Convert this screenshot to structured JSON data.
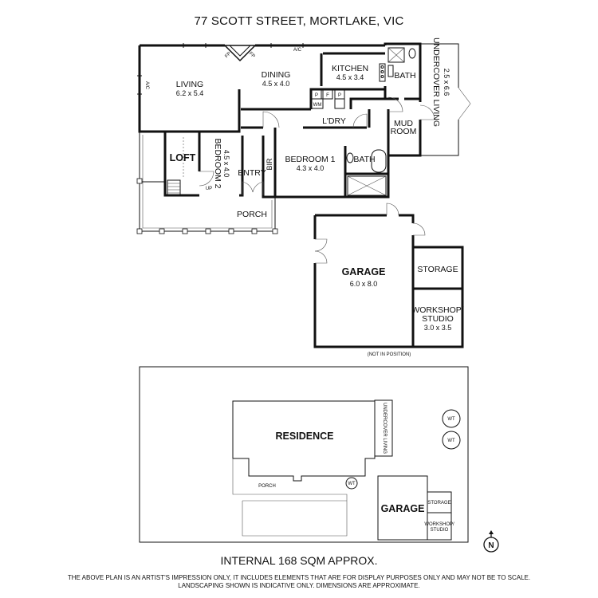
{
  "title": "77 SCOTT STREET, MORTLAKE, VIC",
  "floor_plan": {
    "rooms": {
      "living": {
        "name": "LIVING",
        "dims": "6.2 x 5.4"
      },
      "dining": {
        "name": "DINING",
        "dims": "4.5 x 4.0"
      },
      "kitchen": {
        "name": "KITCHEN",
        "dims": "4.5 x 3.4"
      },
      "bath_top": {
        "name": "BATH"
      },
      "undercover_living": {
        "name": "UNDERCOVER LIVING",
        "dims": "2.5 x 6.6"
      },
      "laundry": {
        "name": "L'DRY"
      },
      "mud_room": {
        "name": "MUD ROOM"
      },
      "bedroom1": {
        "name": "BEDROOM 1",
        "dims": "4.3 x 4.0"
      },
      "bath_mid": {
        "name": "BATH"
      },
      "loft": {
        "name": "LOFT"
      },
      "bedroom2": {
        "name": "BEDROOM 2",
        "dims": "4.5 x 4.0"
      },
      "entry": {
        "name": "ENTRY"
      },
      "bir": {
        "name": "BIR"
      },
      "porch": {
        "name": "PORCH"
      }
    },
    "small_labels": {
      "ac_left": "A/C",
      "ac_top": "A/C",
      "fp_left": "FP",
      "fp_right": "FP",
      "pantry_1": "P",
      "pantry_2": "P",
      "fridge": "F",
      "wm": "WM",
      "up": "UP"
    },
    "outbuilding": {
      "garage": {
        "name": "GARAGE",
        "dims": "6.0 x 8.0"
      },
      "storage": {
        "name": "STORAGE"
      },
      "workshop": {
        "name": "WORKSHOP/ STUDIO",
        "line1": "WORKSHOP/",
        "line2": "STUDIO",
        "dims": "3.0 x 3.5"
      },
      "note": "(NOT IN POSITION)"
    }
  },
  "site_plan": {
    "residence": "RESIDENCE",
    "undercover_living": "UNDERCOVER LIVING",
    "porch": "PORCH",
    "garage": "GARAGE",
    "storage": "STORAGE",
    "workshop_line1": "WORKSHOP/",
    "workshop_line2": "STUDIO",
    "water_tank_1": "WT",
    "water_tank_2": "WT",
    "water_tank_3": "WT",
    "north": "N"
  },
  "internal_area": "INTERNAL 168 SQM APPROX.",
  "disclaimer": {
    "line1": "THE ABOVE PLAN IS AN ARTIST'S IMPRESSION ONLY, IT INCLUDES ELEMENTS THAT ARE FOR DISPLAY PURPOSES ONLY AND MAY NOT BE TO SCALE.",
    "line2": "LANDSCAPING SHOWN IS INDICATIVE ONLY. DIMENSIONS ARE APPROXIMATE."
  }
}
